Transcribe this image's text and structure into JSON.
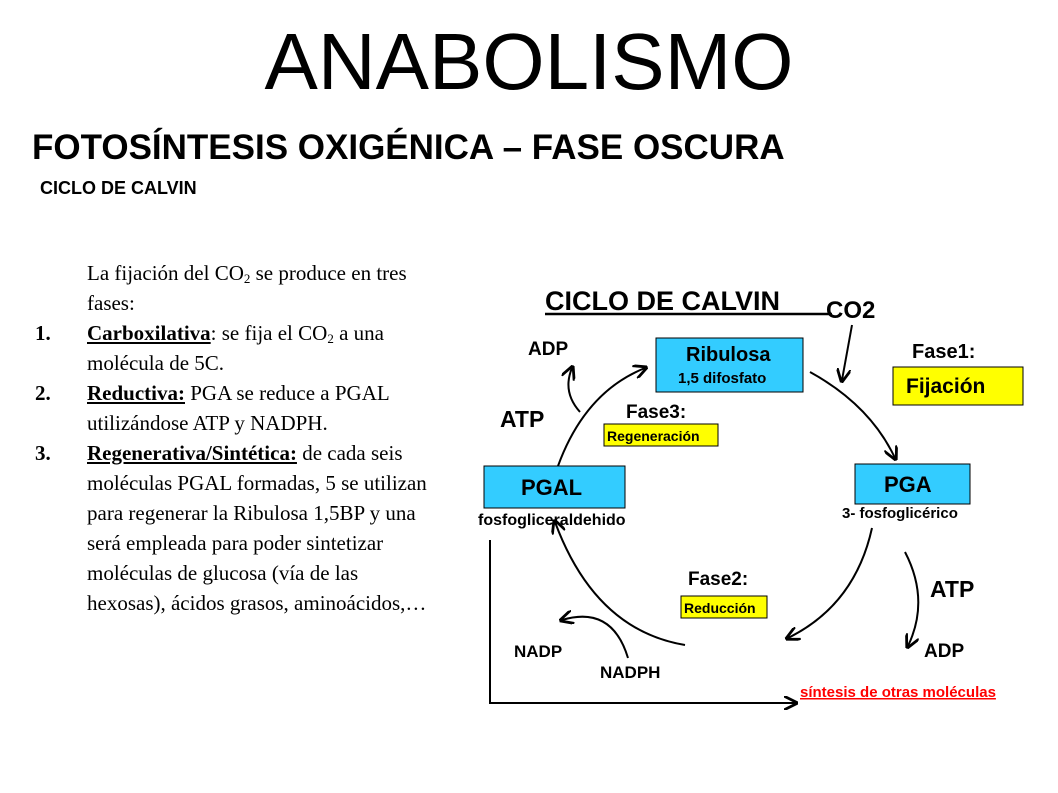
{
  "slide": {
    "title": "ANABOLISMO",
    "subtitle": "FOTOSÍNTESIS OXIGÉNICA – FASE OSCURA",
    "section": "CICLO DE CALVIN"
  },
  "text": {
    "intro_a": "La fijación del CO",
    "intro_sub": "2",
    "intro_b": " se produce en tres fases:",
    "items": [
      {
        "num": "1.",
        "term": "Carboxilativa",
        "a": ": se fija el CO",
        "sub": "2",
        "b": " a una molécula de 5C."
      },
      {
        "num": "2.",
        "term": "Reductiva:",
        "a": " PGA se reduce a PGAL utilizándose ATP y NADPH."
      },
      {
        "num": "3.",
        "term": "Regenerativa/Sintética:",
        "a": " de cada seis moléculas PGAL formadas, 5 se utilizan para regenerar la Ribulosa 1,5BP y una será empleada para poder sintetizar moléculas de glucosa (vía de las hexosas), ácidos grasos, aminoácidos,…"
      }
    ]
  },
  "diagram": {
    "title": "CICLO DE CALVIN",
    "co2": "CO2",
    "ribulosa": "Ribulosa",
    "ribulosa_sub": "1,5 difosfato",
    "fase1": "Fase1:",
    "fijacion": "Fijación",
    "pga": "PGA",
    "pga_sub": "3- fosfoglicérico",
    "fase2": "Fase2:",
    "reduccion": "Reducción",
    "pgal": "PGAL",
    "pgal_sub": "fosfogliceraldehido",
    "fase3": "Fase3:",
    "regeneracion": "Regeneración",
    "atp_left": "ATP",
    "adp_left": "ADP",
    "atp_right": "ATP",
    "adp_right": "ADP",
    "nadp": "NADP",
    "nadph": "NADPH",
    "sintesis": "síntesis de otras moléculas",
    "colors": {
      "cyan_box": "#33ccff",
      "yellow_box": "#ffff00",
      "red_text": "#ff0000"
    }
  }
}
